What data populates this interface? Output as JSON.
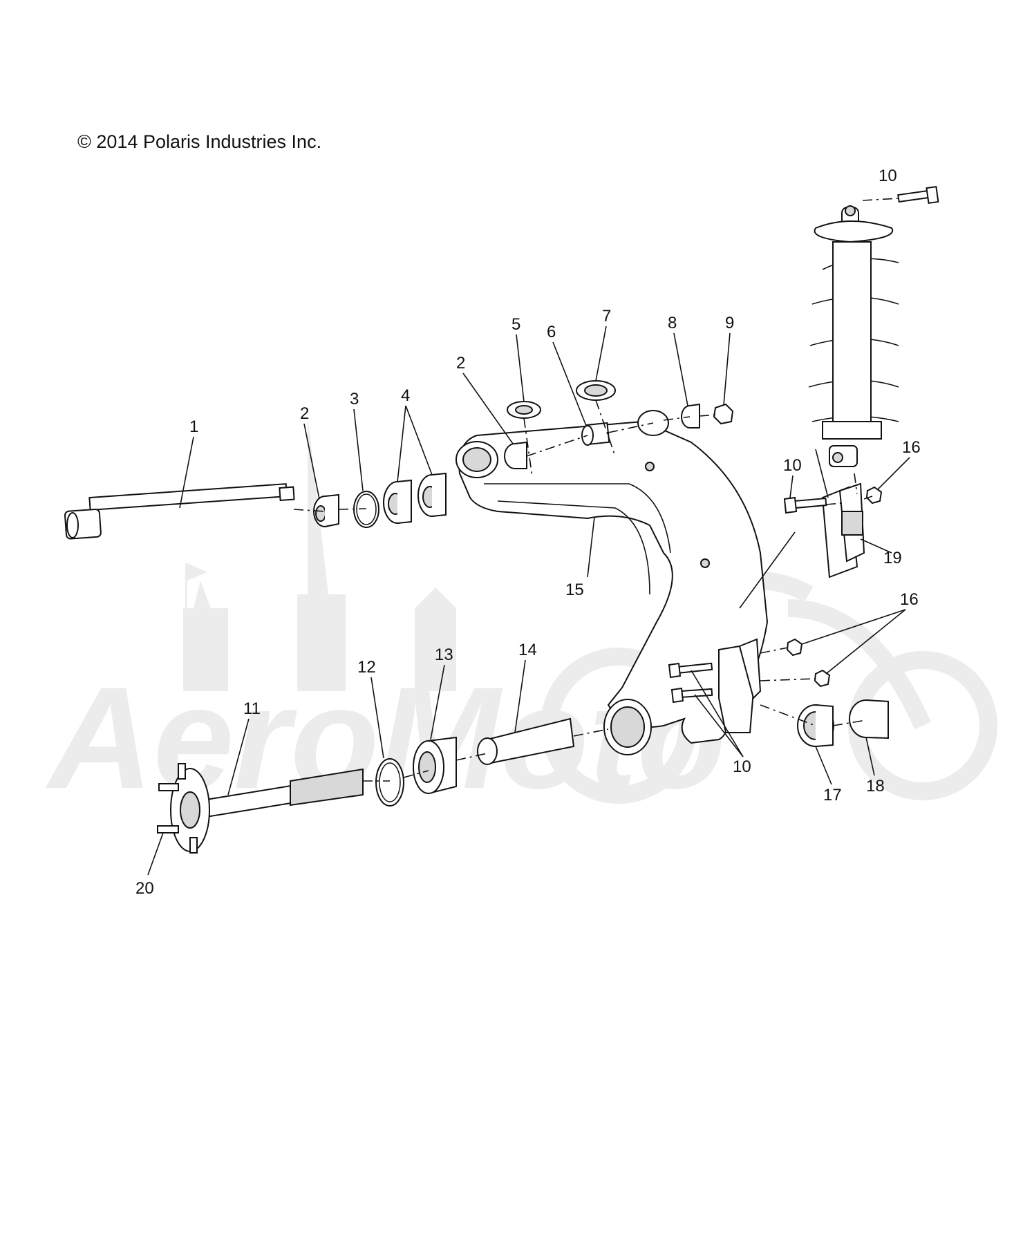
{
  "copyright": "© 2014 Polaris Industries Inc.",
  "watermark": {
    "text": "AeroMoto"
  },
  "callouts": [
    "1",
    "2",
    "3",
    "4",
    "2",
    "5",
    "6",
    "7",
    "8",
    "9",
    "10",
    "10",
    "16",
    "19",
    "15",
    "16",
    "10",
    "11",
    "12",
    "13",
    "14",
    "17",
    "18",
    "20"
  ]
}
